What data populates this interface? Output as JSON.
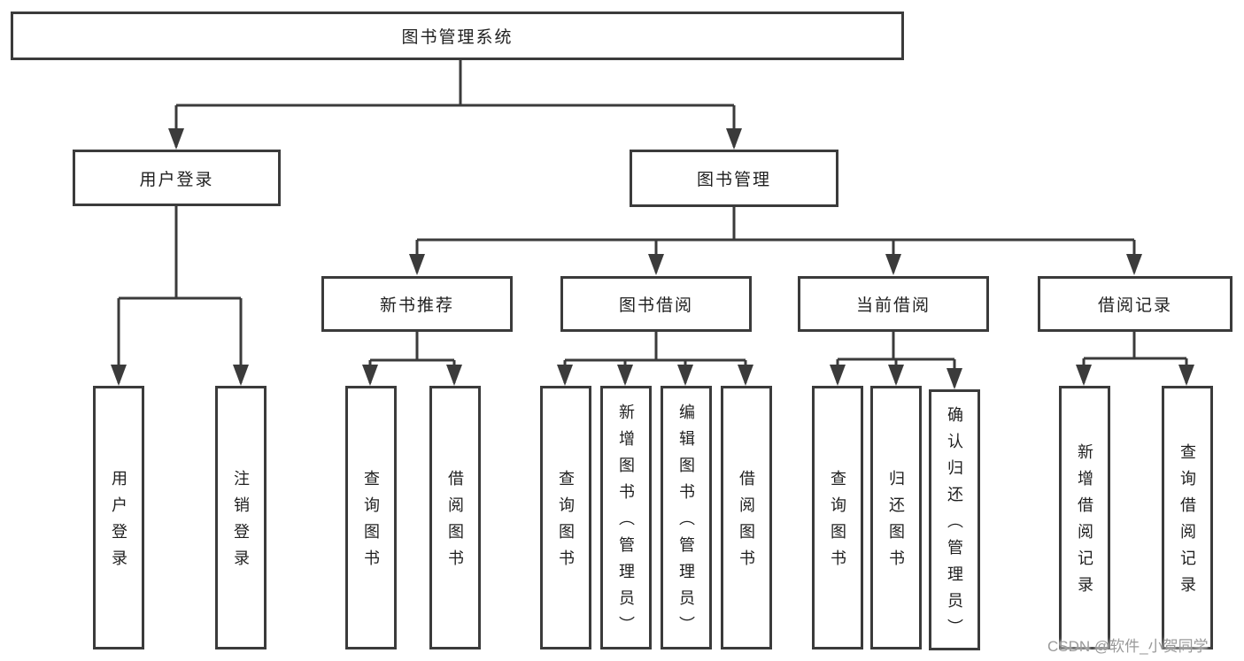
{
  "diagram": {
    "root": {
      "label": "图书管理系统"
    },
    "branches": [
      {
        "label": "用户登录",
        "children": [
          {
            "label": "用户登录"
          },
          {
            "label": "注销登录"
          }
        ]
      },
      {
        "label": "图书管理",
        "children": [
          {
            "label": "新书推荐",
            "children": [
              {
                "label": "查询图书"
              },
              {
                "label": "借阅图书"
              }
            ]
          },
          {
            "label": "图书借阅",
            "children": [
              {
                "label": "查询图书"
              },
              {
                "label": "新增图书（管理员）"
              },
              {
                "label": "编辑图书（管理员）"
              },
              {
                "label": "借阅图书"
              }
            ]
          },
          {
            "label": "当前借阅",
            "children": [
              {
                "label": "查询图书"
              },
              {
                "label": "归还图书"
              },
              {
                "label": "确认归还（管理员）"
              }
            ]
          },
          {
            "label": "借阅记录",
            "children": [
              {
                "label": "新增借阅记录"
              },
              {
                "label": "查询借阅记录"
              }
            ]
          }
        ]
      }
    ]
  },
  "watermark": {
    "text": "CSDN @软件_小贺同学"
  },
  "colors": {
    "line": "#3b3b3b",
    "box_border": "#3b3b3b",
    "text": "#1f1f1f",
    "watermark": "#9a9a9a",
    "background": "#ffffff"
  }
}
